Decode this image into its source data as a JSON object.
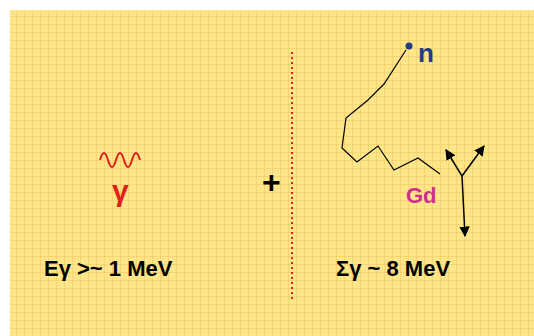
{
  "diagram": {
    "labels": [
      "γ",
      "Eγ >~ 1 MeV",
      "+",
      "n",
      "Gd",
      "Σγ ~ 8 MeV"
    ]
  }
}
